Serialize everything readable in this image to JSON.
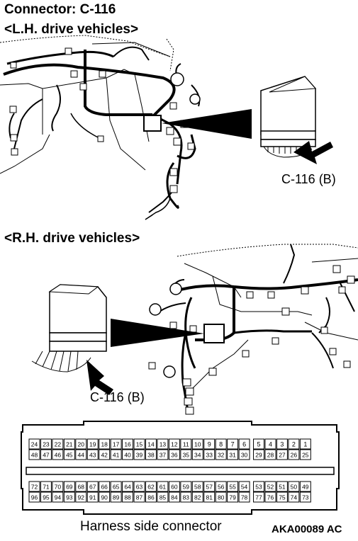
{
  "title": "Connector: C-116",
  "lh_heading": "<L.H. drive vehicles>",
  "rh_heading": "<R.H. drive vehicles>",
  "lh_connector_label": "C-116 (B)",
  "rh_connector_label": "C-116 (B)",
  "footer_label": "Harness side connector",
  "figure_code": "AKA00089 AC",
  "pins": {
    "upper_row1": [
      "24",
      "23",
      "22",
      "21",
      "20",
      "19",
      "18",
      "17",
      "16",
      "15",
      "14",
      "13",
      "12",
      "11",
      "10",
      "9",
      "8",
      "7",
      "6",
      "5",
      "4",
      "3",
      "2",
      "1"
    ],
    "upper_row2": [
      "48",
      "47",
      "46",
      "45",
      "44",
      "43",
      "42",
      "41",
      "40",
      "39",
      "38",
      "37",
      "36",
      "35",
      "34",
      "33",
      "32",
      "31",
      "30",
      "29",
      "28",
      "27",
      "26",
      "25"
    ],
    "lower_row1": [
      "72",
      "71",
      "70",
      "69",
      "68",
      "67",
      "66",
      "65",
      "64",
      "63",
      "62",
      "61",
      "60",
      "59",
      "58",
      "57",
      "56",
      "55",
      "54",
      "53",
      "52",
      "51",
      "50",
      "49"
    ],
    "lower_row2": [
      "96",
      "95",
      "94",
      "93",
      "92",
      "91",
      "90",
      "89",
      "88",
      "87",
      "86",
      "85",
      "84",
      "83",
      "82",
      "81",
      "80",
      "79",
      "78",
      "77",
      "76",
      "75",
      "74",
      "73"
    ]
  }
}
